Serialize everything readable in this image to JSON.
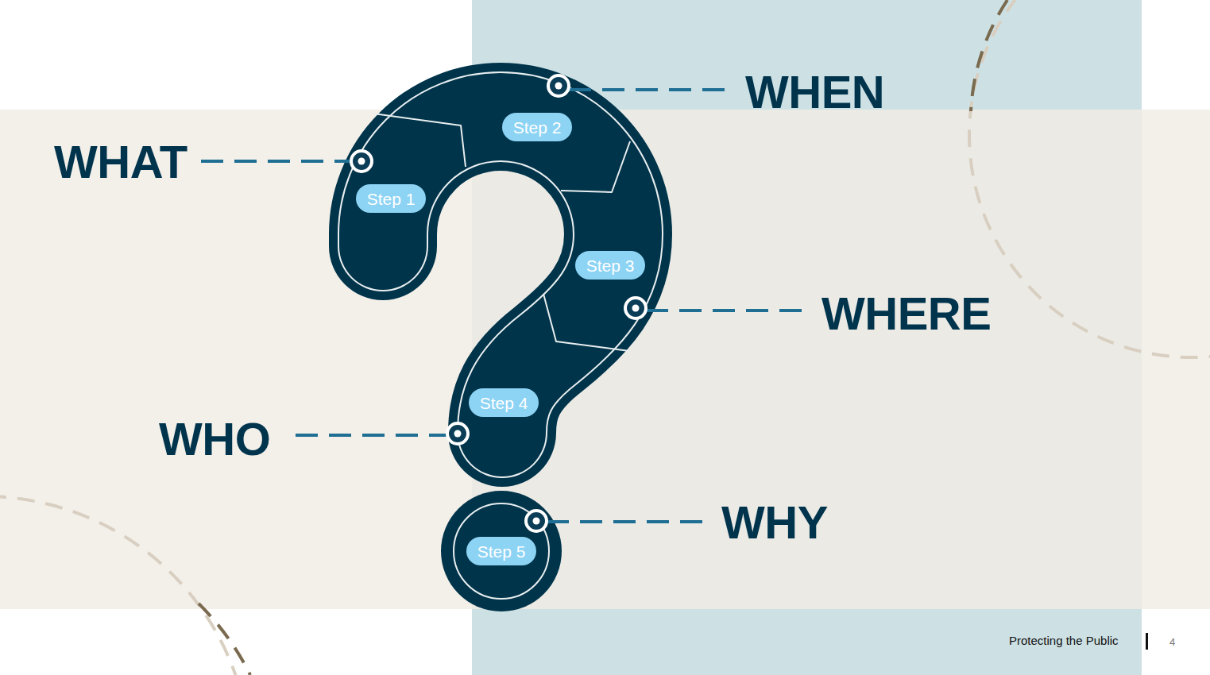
{
  "diagram": {
    "nodes": [
      {
        "text": [
          "Step 1"
        ]
      },
      {
        "text": [
          "Step 2"
        ]
      },
      {
        "text": [
          "Step 3"
        ]
      },
      {
        "text": [
          "Step 4"
        ]
      },
      {
        "text": [
          "Step 5"
        ]
      }
    ],
    "labels": [
      "WHAT",
      "WHEN",
      "WHERE",
      "WHO",
      "WHY",
      "Protecting the Public",
      "4"
    ]
  }
}
